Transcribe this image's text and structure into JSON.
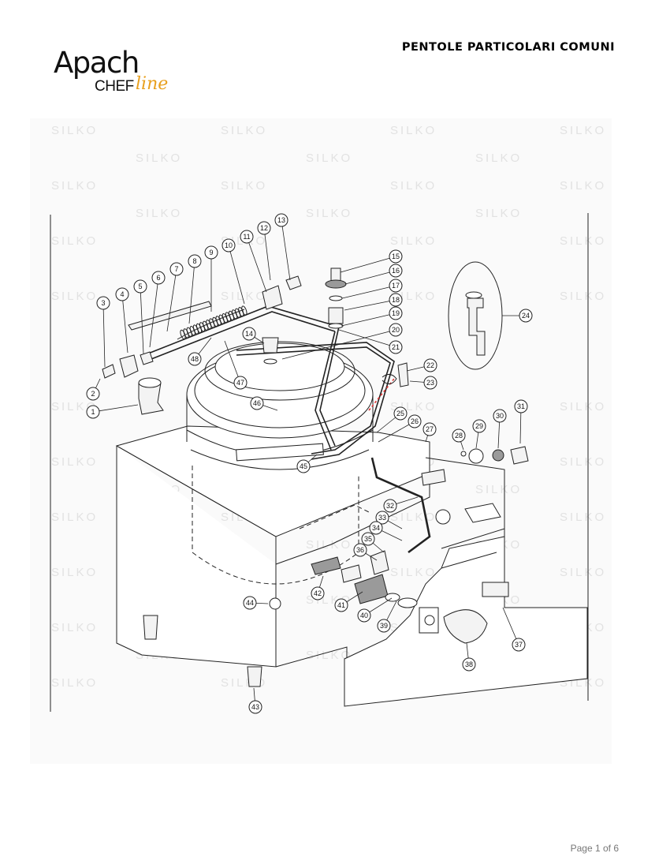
{
  "header": {
    "logo": {
      "brand": "Apach",
      "sub": "CHEF",
      "script": "line"
    },
    "title": "PENTOLE PARTICOLARI COMUNI"
  },
  "diagram": {
    "watermark": "SILKO",
    "callouts": [
      "1",
      "2",
      "3",
      "4",
      "5",
      "6",
      "7",
      "8",
      "9",
      "10",
      "11",
      "12",
      "13",
      "14",
      "15",
      "16",
      "17",
      "18",
      "19",
      "20",
      "21",
      "22",
      "23",
      "24",
      "25",
      "26",
      "27",
      "28",
      "29",
      "30",
      "31",
      "32",
      "33",
      "34",
      "35",
      "36",
      "37",
      "38",
      "39",
      "40",
      "41",
      "42",
      "43",
      "44",
      "45",
      "46",
      "47",
      "48"
    ]
  },
  "footer": {
    "page": "Page 1 of 6"
  }
}
